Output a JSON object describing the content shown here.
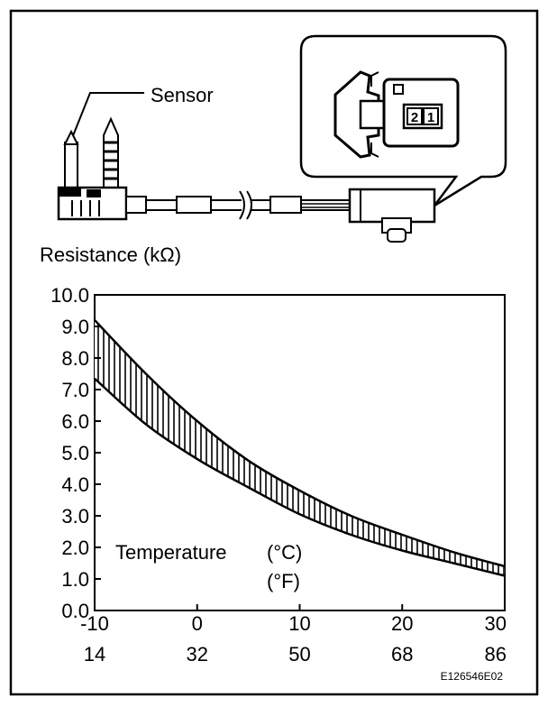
{
  "figure": {
    "sensor_label": "Sensor",
    "connector_pins": [
      "2",
      "1"
    ],
    "figure_code": "E126546E02"
  },
  "chart_data": {
    "type": "area",
    "title": "",
    "ylabel": "Resistance (kΩ)",
    "xlabel": "Temperature",
    "xlabel_units": [
      "(°C)",
      "(°F)"
    ],
    "x_unit": "°C",
    "xlim": [
      -10,
      30
    ],
    "ylim": [
      0,
      10
    ],
    "x_ticks": [
      -10,
      0,
      10,
      20,
      30
    ],
    "x_tick_labels": [
      "-10",
      "0",
      "10",
      "20",
      "30"
    ],
    "x_tick_labels_f": [
      "14",
      "32",
      "50",
      "68",
      "86"
    ],
    "y_ticks": [
      0,
      1,
      2,
      3,
      4,
      5,
      6,
      7,
      8,
      9,
      10
    ],
    "y_tick_labels": [
      "0.0",
      "1.0",
      "2.0",
      "3.0",
      "4.0",
      "5.0",
      "6.0",
      "7.0",
      "8.0",
      "9.0",
      "10.0"
    ],
    "grid": false,
    "fill": "hatched",
    "x": [
      -10,
      -5,
      0,
      5,
      10,
      15,
      20,
      25,
      30
    ],
    "series": [
      {
        "values": [
          9.2,
          7.5,
          6.0,
          4.75,
          3.8,
          3.0,
          2.4,
          1.85,
          1.4
        ]
      },
      {
        "values": [
          7.35,
          5.9,
          4.8,
          3.9,
          3.05,
          2.4,
          1.9,
          1.5,
          1.1
        ]
      }
    ]
  }
}
